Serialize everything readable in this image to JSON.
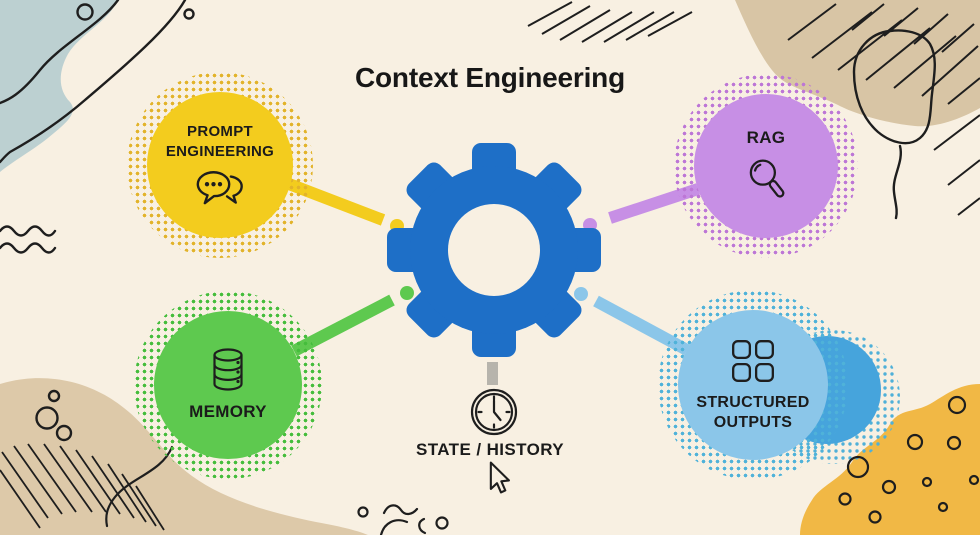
{
  "title": "Context Engineering",
  "colors": {
    "background": "#f8f0e2",
    "ink": "#1b1b1b",
    "gear_blue": "#1e6fc7",
    "connector_gray": "#b7b4ac",
    "blob_teal": "#bcd0d1",
    "blob_tan_top": "#d8c5a5",
    "blob_tan_bottom": "#ddc9a9",
    "blob_yellow": "#f1b845",
    "blob_blue": "#46a4dc",
    "blob_blue_dots": "#4fb0d8"
  },
  "center_node": {
    "icon": "gear-icon"
  },
  "nodes": [
    {
      "id": "prompt-engineering",
      "label": "PROMPT ENGINEERING",
      "icon": "chat-bubbles-icon",
      "color": "#f3cc1e",
      "halo": "#e2b32a"
    },
    {
      "id": "rag",
      "label": "RAG",
      "icon": "magnifying-glass-icon",
      "color": "#c78fe5",
      "halo": "#bd76d6"
    },
    {
      "id": "memory",
      "label": "MEMORY",
      "icon": "database-icon",
      "color": "#5ec94f",
      "halo": "#45bd3c"
    },
    {
      "id": "structured-outputs",
      "label": "STRUCTURED OUTPUTS",
      "icon": "grid-icon",
      "color": "#8bc6e9",
      "halo": "#4fb2d9"
    }
  ],
  "bottom_node": {
    "label": "STATE / HISTORY",
    "icon": "clock-icon"
  },
  "pointer": {
    "icon": "cursor-arrow-icon"
  }
}
